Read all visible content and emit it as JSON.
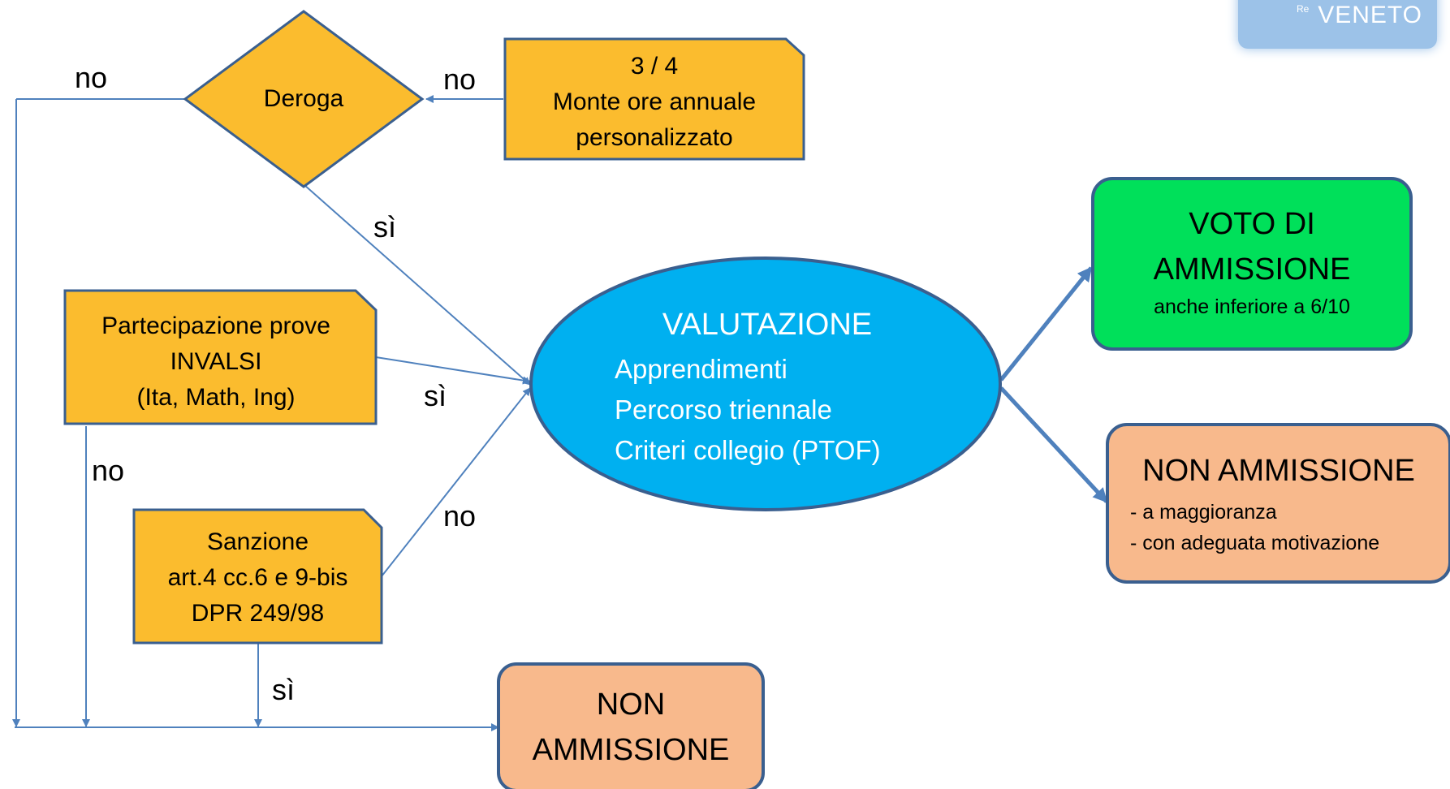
{
  "logo": {
    "text": "VENETO",
    "superscript": "Re"
  },
  "nodes": {
    "deroga": "Deroga",
    "monte_ore": [
      "3 / 4",
      "Monte ore annuale",
      "personalizzato"
    ],
    "invalsi": [
      "Partecipazione prove",
      "INVALSI",
      "(Ita, Math, Ing)"
    ],
    "sanzione": [
      "Sanzione",
      "art.4 cc.6 e 9-bis",
      "DPR 249/98"
    ],
    "valutazione": {
      "title": "VALUTAZIONE",
      "items": [
        "Apprendimenti",
        "Percorso triennale",
        "Criteri collegio (PTOF)"
      ]
    },
    "voto": {
      "title_lines": [
        "VOTO DI",
        "AMMISSIONE"
      ],
      "note": "anche inferiore a 6/10"
    },
    "non_ammissione_right": {
      "title": "NON AMMISSIONE",
      "items": [
        "- a maggioranza",
        "- con adeguata motivazione"
      ]
    },
    "non_ammissione_bottom": [
      "NON",
      "AMMISSIONE"
    ]
  },
  "edge_labels": {
    "deroga_no": "no",
    "monte_no": "no",
    "deroga_si": "sì",
    "invalsi_si": "sì",
    "invalsi_no": "no",
    "sanzione_no": "no",
    "sanzione_si": "sì"
  },
  "colors": {
    "orange": "#fbbc2e",
    "green": "#00e05a",
    "blue": "#00b0f0",
    "salmon": "#f8b98c",
    "border": "#3a5f8f",
    "arrow": "#4f81bd"
  }
}
